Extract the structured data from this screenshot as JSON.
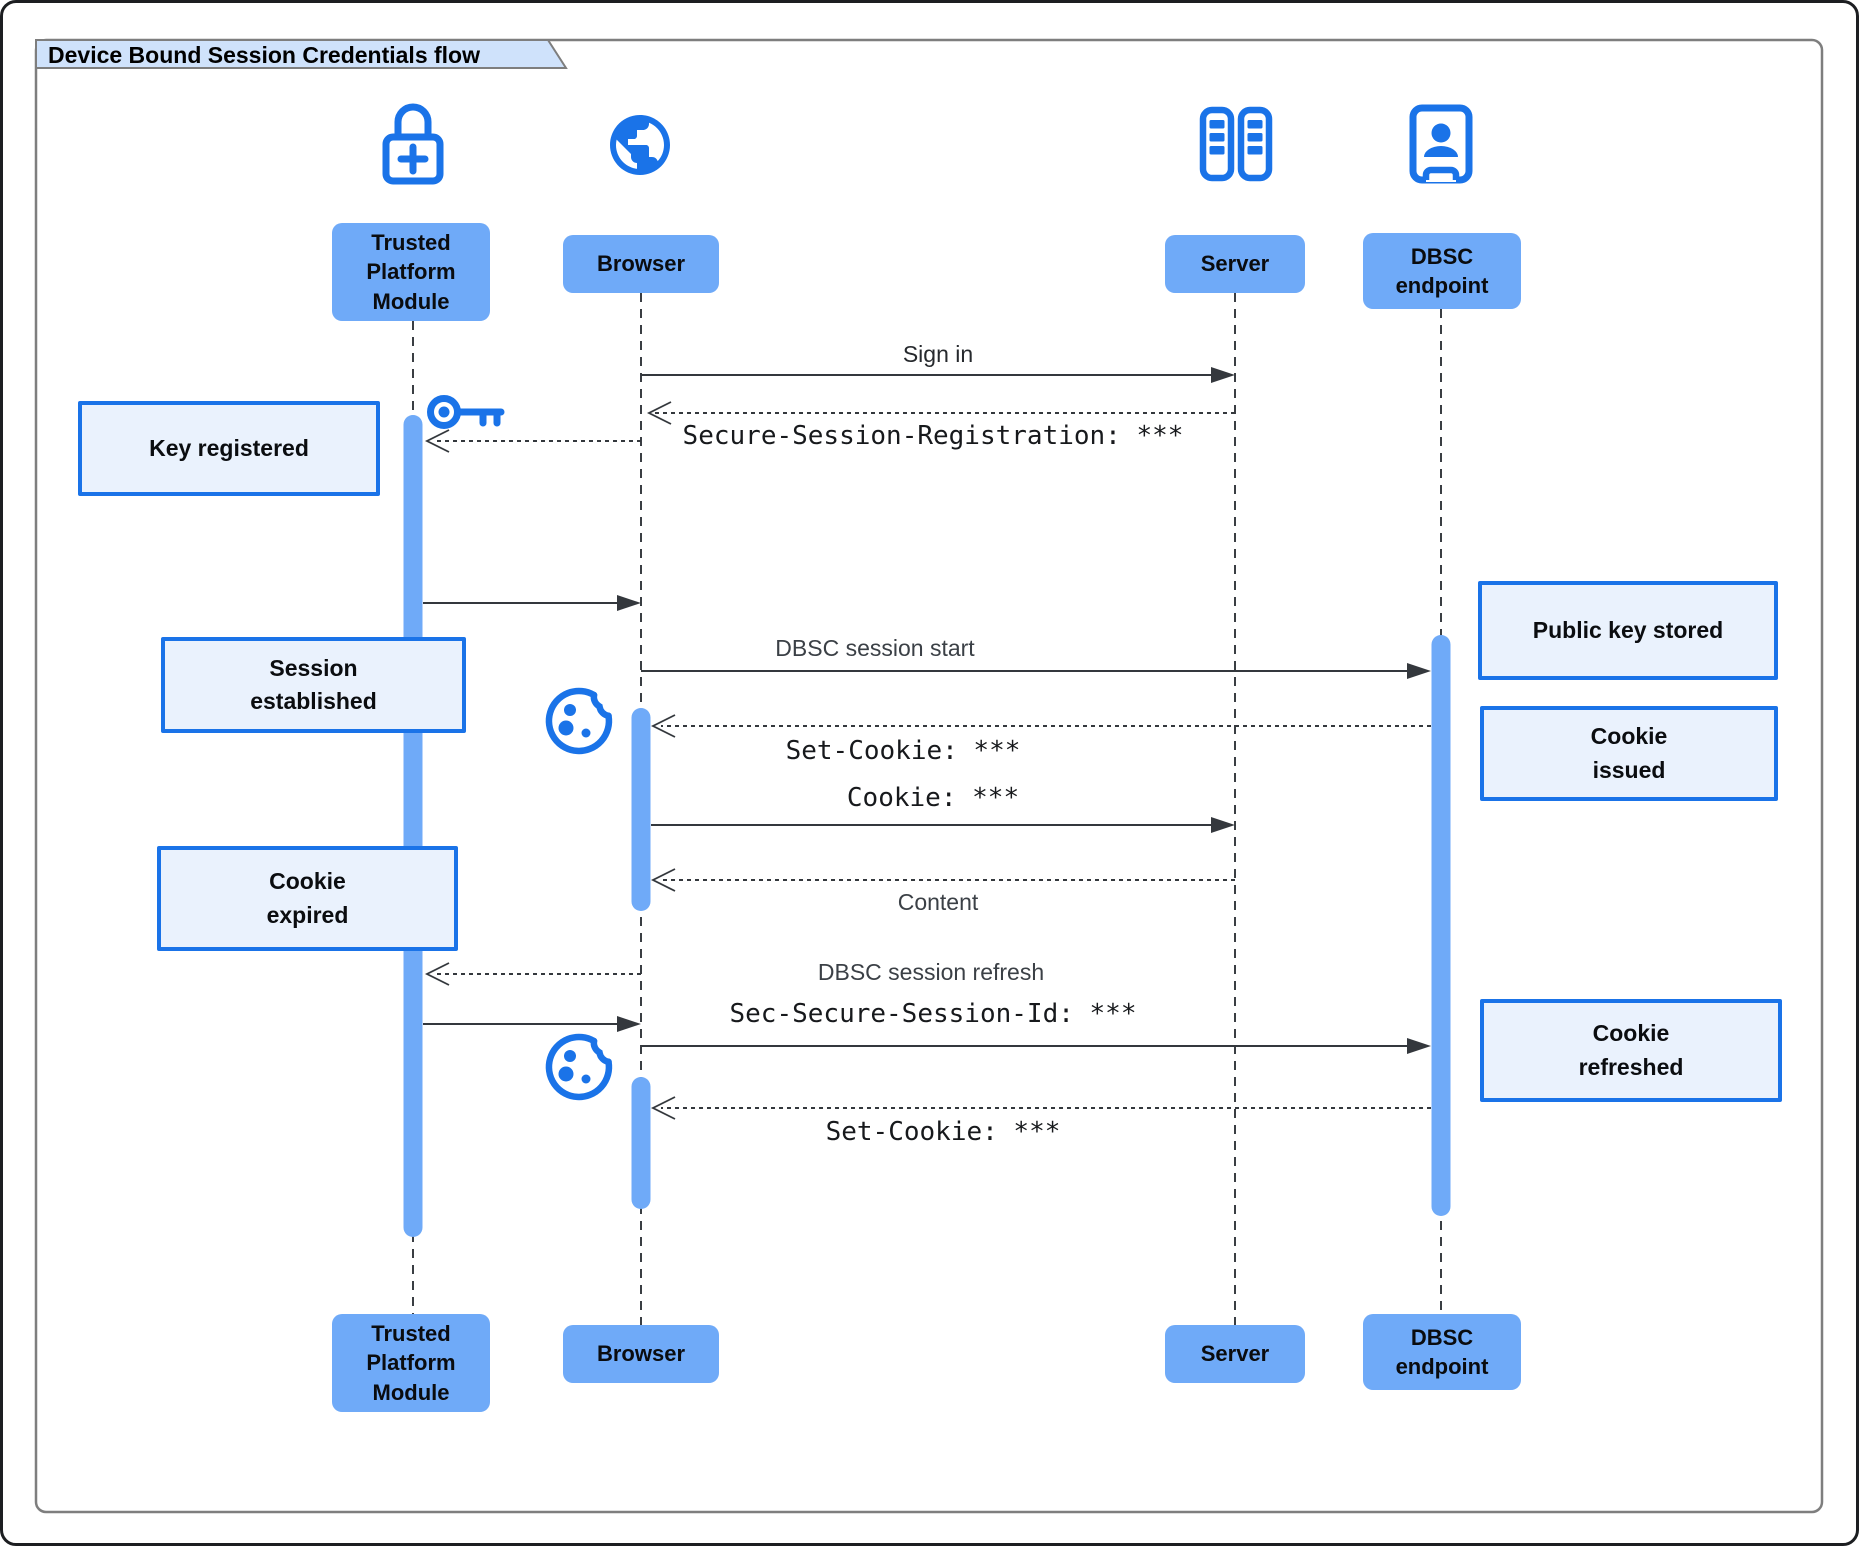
{
  "title": "Device Bound Session Credentials flow",
  "palette": {
    "icon_blue": "#1a73e8",
    "actor_box_blue": "#6faaf8",
    "activation_bar_blue": "#6faaf8",
    "note_fill": "#eaf2fd",
    "note_border": "#1a73e8",
    "title_tab_fill": "#cfe2fb",
    "frame_gray": "#7e7e7e",
    "line_color": "#34383d"
  },
  "actors": {
    "tpm": {
      "label": "Trusted\nPlatform\nModule",
      "icon": "lock-plus-icon"
    },
    "browser": {
      "label": "Browser",
      "icon": "globe-icon"
    },
    "server": {
      "label": "Server",
      "icon": "server-rack-icon"
    },
    "dbsc": {
      "label": "DBSC\nendpoint",
      "icon": "door-person-icon"
    }
  },
  "messages": {
    "sign_in": "Sign in",
    "secure_session_registration": "Secure-Session-Registration: ***",
    "dbsc_session_start": "DBSC session start",
    "set_cookie_1": "Set-Cookie: ***",
    "cookie": "Cookie: ***",
    "content": "Content",
    "dbsc_session_refresh": "DBSC session refresh",
    "sec_secure_session_id": "Sec-Secure-Session-Id: ***",
    "set_cookie_2": "Set-Cookie: ***"
  },
  "notes": {
    "key_registered": "Key registered",
    "session_established": "Session\nestablished",
    "cookie_expired": "Cookie\nexpired",
    "public_key_stored": "Public key stored",
    "cookie_issued": "Cookie\nissued",
    "cookie_refreshed": "Cookie\nrefreshed"
  }
}
